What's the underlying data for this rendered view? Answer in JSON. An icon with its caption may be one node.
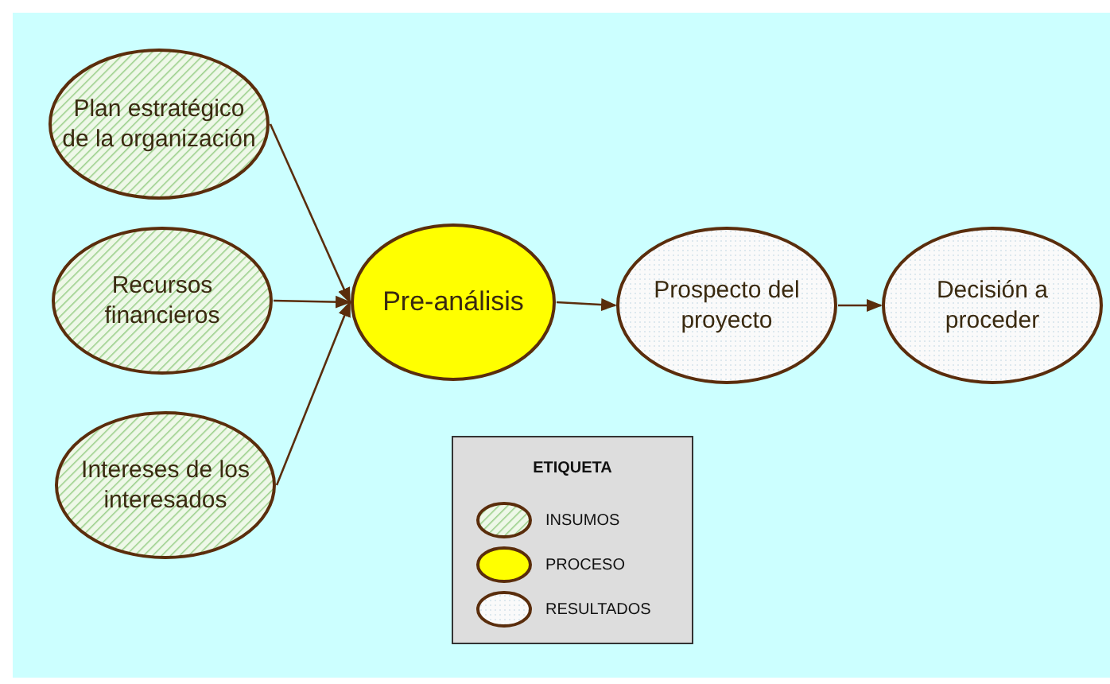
{
  "diagram": {
    "nodes": [
      {
        "text": [
          "Plan estratégico de la organización"
        ]
      },
      {
        "text": [
          "Recursos financieros"
        ]
      },
      {
        "text": [
          "Intereses de los interesados"
        ]
      },
      {
        "text": [
          "Pre-análisis"
        ]
      },
      {
        "text": [
          "Prospecto del proyecto"
        ]
      },
      {
        "text": [
          "Decisión a proceder"
        ]
      }
    ],
    "edges": [
      {
        "from": 0,
        "to": 3,
        "arrow": "to"
      },
      {
        "from": 1,
        "to": 3,
        "arrow": "to"
      },
      {
        "from": 2,
        "to": 3,
        "arrow": "to"
      },
      {
        "from": 3,
        "to": 4,
        "arrow": "to"
      },
      {
        "from": 4,
        "to": 5,
        "arrow": "to"
      }
    ],
    "labels": [
      "ETIQUETA"
    ],
    "legend": [
      {
        "text": "INSUMOS"
      },
      {
        "text": "PROCESO"
      },
      {
        "text": "RESULTADOS"
      }
    ]
  }
}
